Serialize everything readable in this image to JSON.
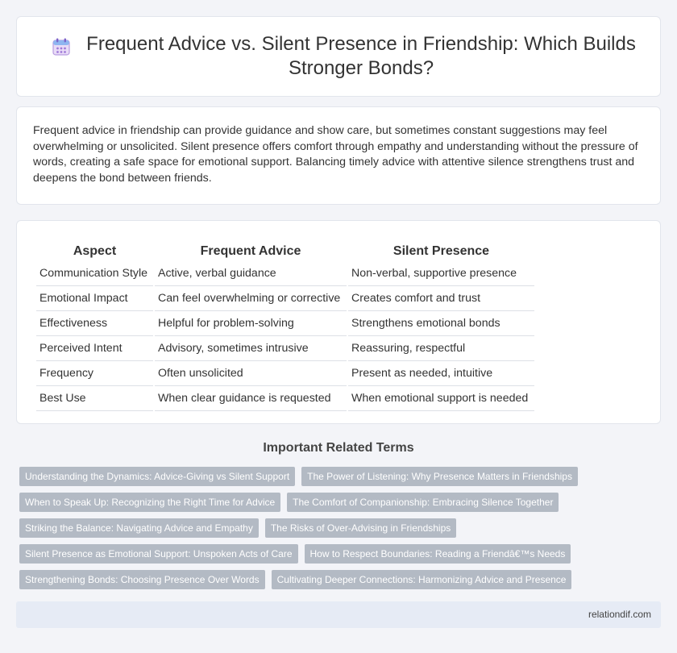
{
  "header": {
    "title": "Frequent Advice vs. Silent Presence in Friendship: Which Builds Stronger Bonds?",
    "icon": "calendar-icon"
  },
  "intro": {
    "text": "Frequent advice in friendship can provide guidance and show care, but sometimes constant suggestions may feel overwhelming or unsolicited. Silent presence offers comfort through empathy and understanding without the pressure of words, creating a safe space for emotional support. Balancing timely advice with attentive silence strengthens trust and deepens the bond between friends."
  },
  "table": {
    "headers": [
      "Aspect",
      "Frequent Advice",
      "Silent Presence"
    ],
    "rows": [
      [
        "Communication Style",
        "Active, verbal guidance",
        "Non-verbal, supportive presence"
      ],
      [
        "Emotional Impact",
        "Can feel overwhelming or corrective",
        "Creates comfort and trust"
      ],
      [
        "Effectiveness",
        "Helpful for problem-solving",
        "Strengthens emotional bonds"
      ],
      [
        "Perceived Intent",
        "Advisory, sometimes intrusive",
        "Reassuring, respectful"
      ],
      [
        "Frequency",
        "Often unsolicited",
        "Present as needed, intuitive"
      ],
      [
        "Best Use",
        "When clear guidance is requested",
        "When emotional support is needed"
      ]
    ]
  },
  "related": {
    "heading": "Important Related Terms",
    "tags": [
      "Understanding the Dynamics: Advice-Giving vs Silent Support",
      "The Power of Listening: Why Presence Matters in Friendships",
      "When to Speak Up: Recognizing the Right Time for Advice",
      "The Comfort of Companionship: Embracing Silence Together",
      "Striking the Balance: Navigating Advice and Empathy",
      "The Risks of Over-Advising in Friendships",
      "Silent Presence as Emotional Support: Unspoken Acts of Care",
      "How to Respect Boundaries: Reading a Friendâ€™s Needs",
      "Strengthening Bonds: Choosing Presence Over Words",
      "Cultivating Deeper Connections: Harmonizing Advice and Presence"
    ]
  },
  "footer": {
    "domain": "relationdif.com"
  },
  "colors": {
    "background": "#f3f4f8",
    "card": "#ffffff",
    "tag": "#b3bac4",
    "footer": "#e6ebf5"
  }
}
